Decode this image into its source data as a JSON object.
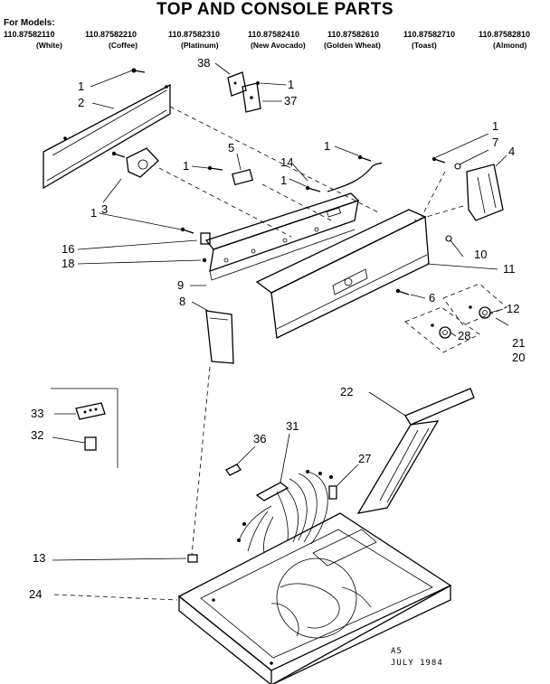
{
  "title": "TOP AND CONSOLE PARTS",
  "for_models_label": "For Models:",
  "models": [
    {
      "number": "110.87582110",
      "color": "(White)"
    },
    {
      "number": "110.87582210",
      "color": "(Coffee)"
    },
    {
      "number": "110.87582310",
      "color": "(Platinum)"
    },
    {
      "number": "110.87582410",
      "color": "(New Avocado)"
    },
    {
      "number": "110.87582610",
      "color": "(Golden Wheat)"
    },
    {
      "number": "110.87582710",
      "color": "(Toast)"
    },
    {
      "number": "110.87582810",
      "color": "(Almond)"
    }
  ],
  "callouts": {
    "c1a": "1",
    "c2": "2",
    "c38": "38",
    "c1b": "1",
    "c37": "37",
    "c5": "5",
    "c1c": "1",
    "c1d": "1",
    "c14": "14",
    "c1e": "1",
    "c1f": "1",
    "c7": "7",
    "c4": "4",
    "c3": "3",
    "c1g": "1",
    "c16": "16",
    "c18": "18",
    "c10": "10",
    "c11": "11",
    "c9": "9",
    "c8": "8",
    "c6": "6",
    "c12": "12",
    "c28": "28",
    "c21": "21",
    "c20": "20",
    "c22": "22",
    "c33": "33",
    "c32": "32",
    "c36": "36",
    "c31": "31",
    "c27": "27",
    "c13": "13",
    "c24": "24"
  },
  "footer": {
    "code": "A5",
    "date": "JULY 1984"
  }
}
